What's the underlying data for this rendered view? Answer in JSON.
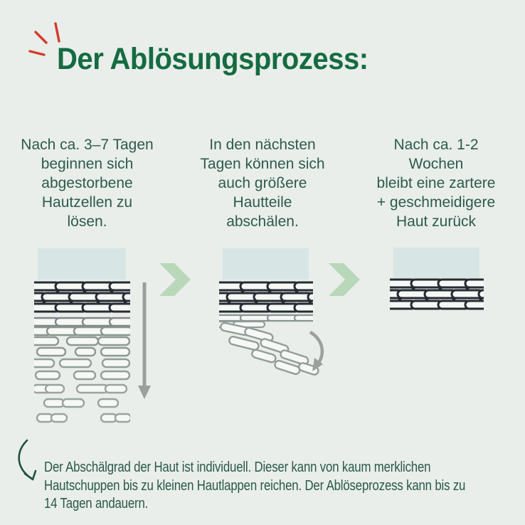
{
  "title": "Der Ablösungsprozess:",
  "steps": [
    {
      "text": "Nach ca. 3–7 Tagen\nbeginnen sich\nabgestorbene\nHautzellen zu\nlösen.",
      "illustration": "skin-cells-loosening",
      "arrow_icon": "arrow-down-icon"
    },
    {
      "text": "In den nächsten\nTagen können sich\nauch größere\nHautteile\nabschälen.",
      "illustration": "skin-flap-peeling",
      "arrow_icon": "arrow-curved-down-icon"
    },
    {
      "text": "Nach ca. 1-2\nWochen\nbleibt eine zartere\n+ geschmeidigere\nHaut zurück",
      "illustration": "skin-smooth"
    }
  ],
  "footnote": "Der Abschälgrad der Haut ist individuell. Dieser kann von kaum merklichen\nHautschuppen bis zu kleinen Hautlappen reichen. Der Ablöseprozess kann bis zu\n14 Tagen andauern.",
  "icons": {
    "sparkle": "sparkle-icon",
    "chevron": "chevron-right-icon",
    "footnote_arrow": "curved-arrow-down-icon"
  },
  "colors": {
    "background": "#e9eeea",
    "title_green": "#156b42",
    "text_green": "#2d5a4d",
    "footnote_green": "#29584a",
    "chevron_green": "#b9d7b9",
    "skin_surface_blue": "#d7e6e4",
    "cell_dark": "#262b31",
    "cell_gray": "#939c99",
    "arrow_gray": "#9aa09e",
    "accent_red": "#d43b2f",
    "footnote_arrow_green": "#1e5140"
  }
}
